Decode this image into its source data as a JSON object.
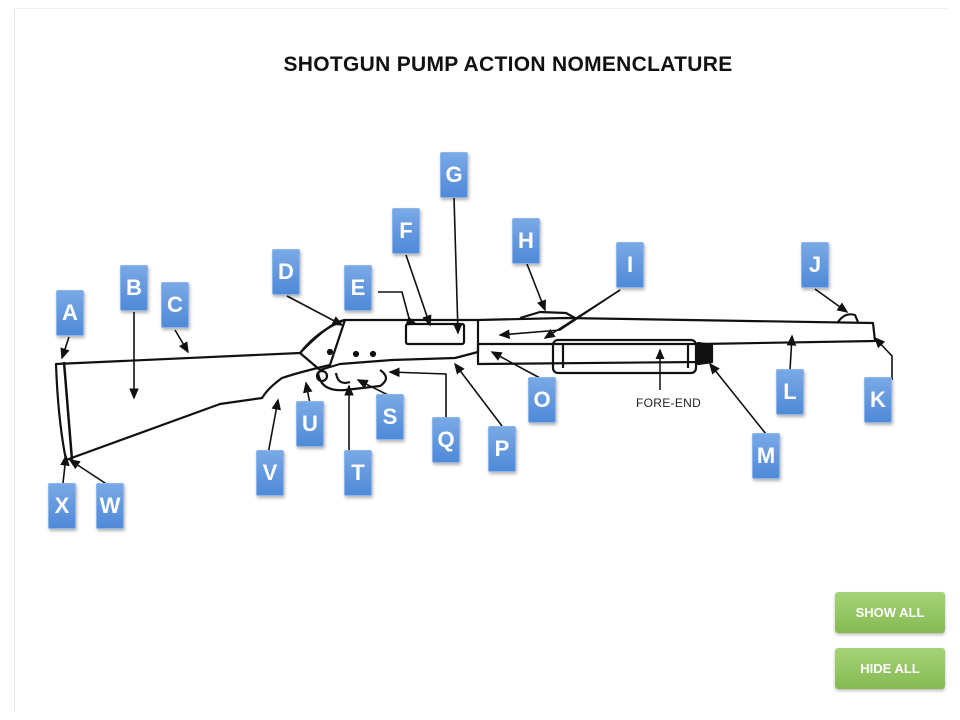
{
  "title": "SHOTGUN PUMP ACTION NOMENCLATURE",
  "diagram_text": {
    "fore_end": "FORE-END"
  },
  "labels": {
    "A": "A",
    "B": "B",
    "C": "C",
    "D": "D",
    "E": "E",
    "F": "F",
    "G": "G",
    "H": "H",
    "I": "I",
    "J": "J",
    "K": "K",
    "L": "L",
    "M": "M",
    "O": "O",
    "P": "P",
    "Q": "Q",
    "S": "S",
    "T": "T",
    "U": "U",
    "V": "V",
    "W": "W",
    "X": "X"
  },
  "buttons": {
    "show_all": "SHOW ALL",
    "hide_all": "HIDE ALL"
  },
  "colors": {
    "label_blue": "#5a92dc",
    "button_green": "#94c464"
  }
}
